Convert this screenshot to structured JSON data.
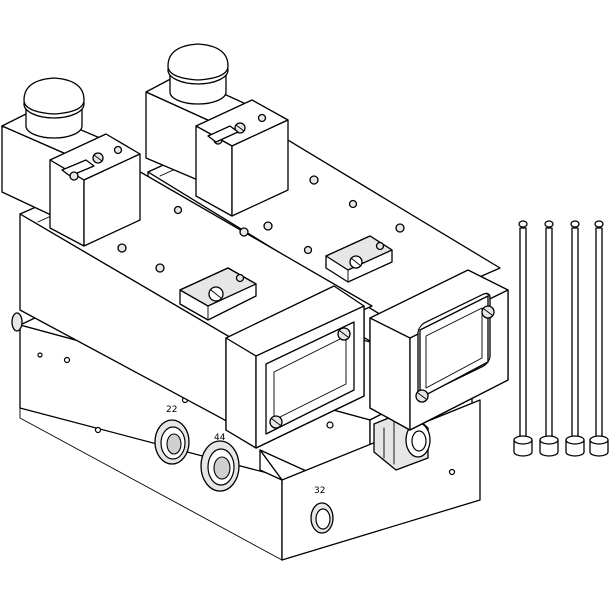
{
  "port_labels": {
    "port_22": "22",
    "port_44": "44",
    "port_32": "32"
  },
  "colors": {
    "line": "#000000",
    "fill": "#ffffff",
    "shade": "#e6e6e6"
  }
}
